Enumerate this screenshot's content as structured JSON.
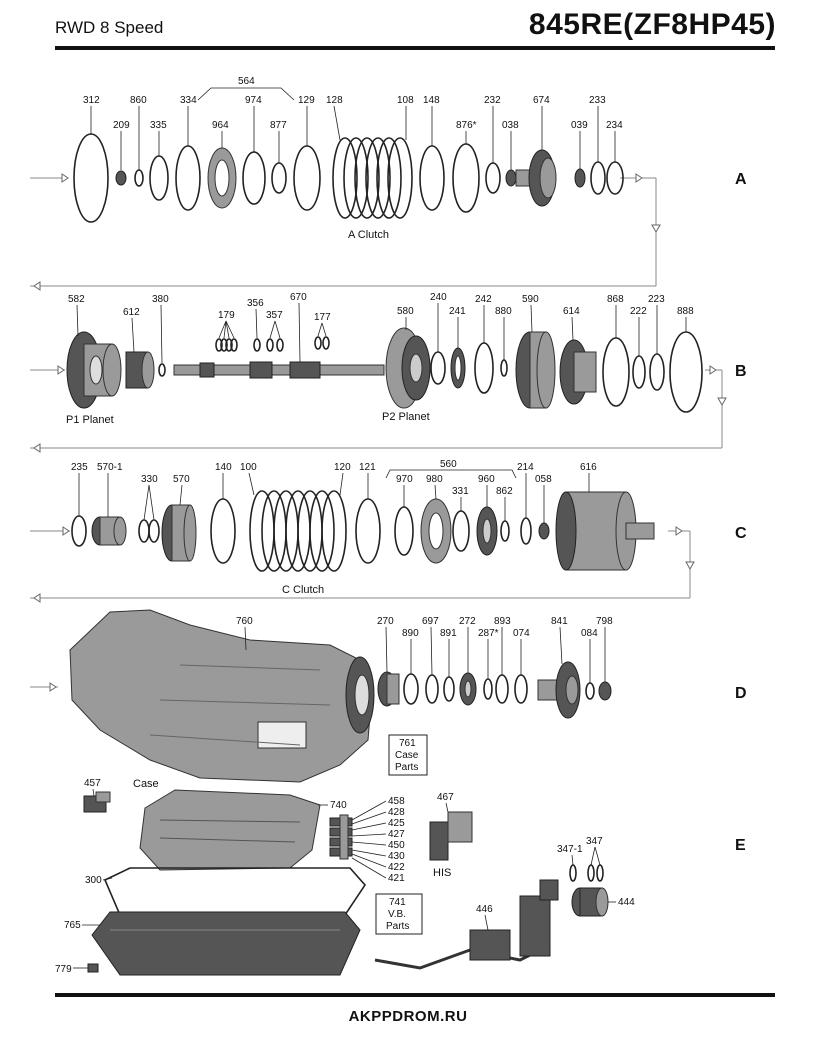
{
  "header": {
    "left": "RWD 8 Speed",
    "right": "845RE(ZF8HP45)"
  },
  "footer": "AKPPDROM.RU",
  "sections": [
    "A",
    "B",
    "C",
    "D",
    "E"
  ],
  "row_a": {
    "labels": [
      "312",
      "209",
      "860",
      "335",
      "334",
      "964",
      "974",
      "877",
      "129",
      "128",
      "108",
      "148",
      "876*",
      "232",
      "038",
      "674",
      "039",
      "233",
      "234",
      "564"
    ],
    "caption": "A Clutch"
  },
  "row_b": {
    "labels": [
      "582",
      "612",
      "380",
      "179",
      "356",
      "357",
      "670",
      "177",
      "580",
      "240",
      "241",
      "242",
      "880",
      "590",
      "614",
      "868",
      "222",
      "223",
      "888"
    ],
    "captions": [
      "P1 Planet",
      "P2 Planet"
    ]
  },
  "row_c": {
    "labels": [
      "235",
      "570-1",
      "330",
      "570",
      "140",
      "100",
      "120",
      "121",
      "560",
      "970",
      "980",
      "331",
      "960",
      "862",
      "214",
      "058",
      "616"
    ],
    "caption": "C Clutch"
  },
  "row_d": {
    "labels": [
      "760",
      "270",
      "890",
      "697",
      "891",
      "272",
      "287*",
      "893",
      "074",
      "841",
      "084",
      "798"
    ],
    "caption": "Case",
    "box": [
      "761",
      "Case",
      "Parts"
    ]
  },
  "row_e": {
    "labels": [
      "457",
      "740",
      "458",
      "428",
      "425",
      "427",
      "450",
      "430",
      "422",
      "421",
      "467",
      "300",
      "765",
      "779",
      "446",
      "347-1",
      "347",
      "444"
    ],
    "caption": "HIS",
    "box": [
      "741",
      "V.B.",
      "Parts"
    ]
  }
}
